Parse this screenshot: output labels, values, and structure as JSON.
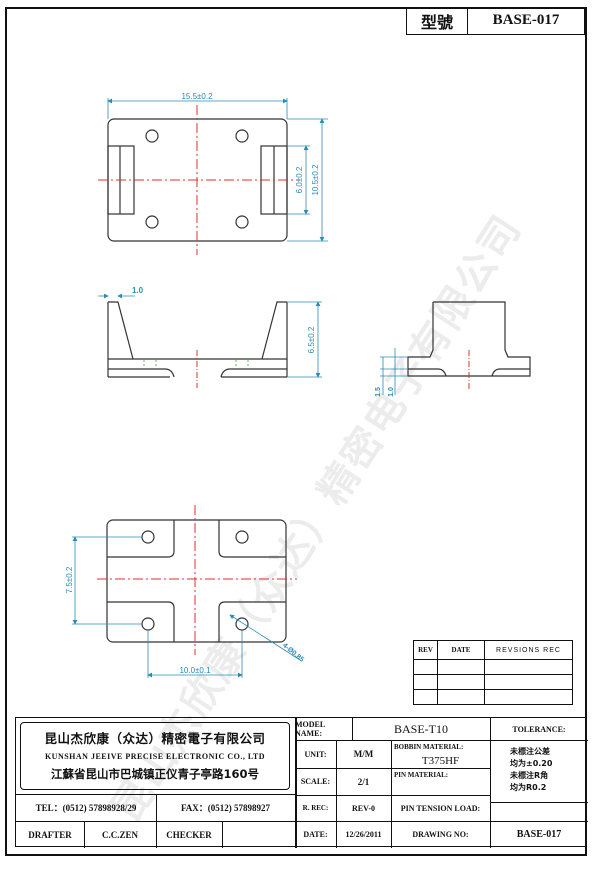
{
  "header": {
    "model_label": "型號",
    "model_value": "BASE-017"
  },
  "drawing": {
    "top_view": {
      "width_dim": "15.5±0.2",
      "height_dim": "10.5±0.2",
      "slot_dim": "6.0±0.2"
    },
    "front_view": {
      "wall_dim": "1.0",
      "height_dim": "6.5±0.2"
    },
    "side_view": {
      "dim_a": "1.5",
      "dim_b": "1.0"
    },
    "bottom_view": {
      "pitch_y_dim": "7.5±0.2",
      "pitch_x_dim": "10.0±0.1",
      "hole_dim": "4-Ø0.85"
    },
    "watermark_text": "昆山杰欣康（众达）精密电子有限公司"
  },
  "revision_table": {
    "headers": [
      "REV",
      "DATE",
      "REVSIONS REC"
    ],
    "rows": [
      [
        "",
        "",
        ""
      ],
      [
        "",
        "",
        ""
      ],
      [
        "",
        "",
        ""
      ]
    ]
  },
  "title_block": {
    "company_cn": "昆山杰欣康（众达）精密電子有限公司",
    "company_en": "KUNSHAN JEEIVE PRECISE ELECTRONIC CO., LTD",
    "address": "江蘇省昆山市巴城镇正仪青子亭路160号",
    "tel": "TEL：(0512) 57898928/29",
    "fax": "FAX：(0512) 57898927",
    "drafter_label": "DRAFTER",
    "drafter_value": "C.C.ZEN",
    "checker_label": "CHECKER",
    "checker_value": "",
    "model_name_label": "MODEL NAME:",
    "model_name_value": "BASE-T10",
    "unit_label": "UNIT:",
    "unit_value": "M/M",
    "scale_label": "SCALE:",
    "scale_value": "2/1",
    "rev_label": "R. REC:",
    "rev_value": "REV-0",
    "date_label": "DATE:",
    "date_value": "12/26/2011",
    "bobbin_material_label": "BOBBIN MATERIAL:",
    "bobbin_material_value": "T375HF",
    "pin_material_label": "PIN MATERIAL:",
    "pin_material_value": "",
    "pin_tension_label": "PIN TENSION LOAD:",
    "pin_tension_value": "",
    "drawing_no_label": "DRAWING NO:",
    "drawing_no_value": "BASE-017",
    "tolerance_label": "TOLERANCE:",
    "tolerance_lines": [
      "未標注公差",
      "均为±0.20",
      "未標注R角",
      "均为R0.2"
    ]
  }
}
